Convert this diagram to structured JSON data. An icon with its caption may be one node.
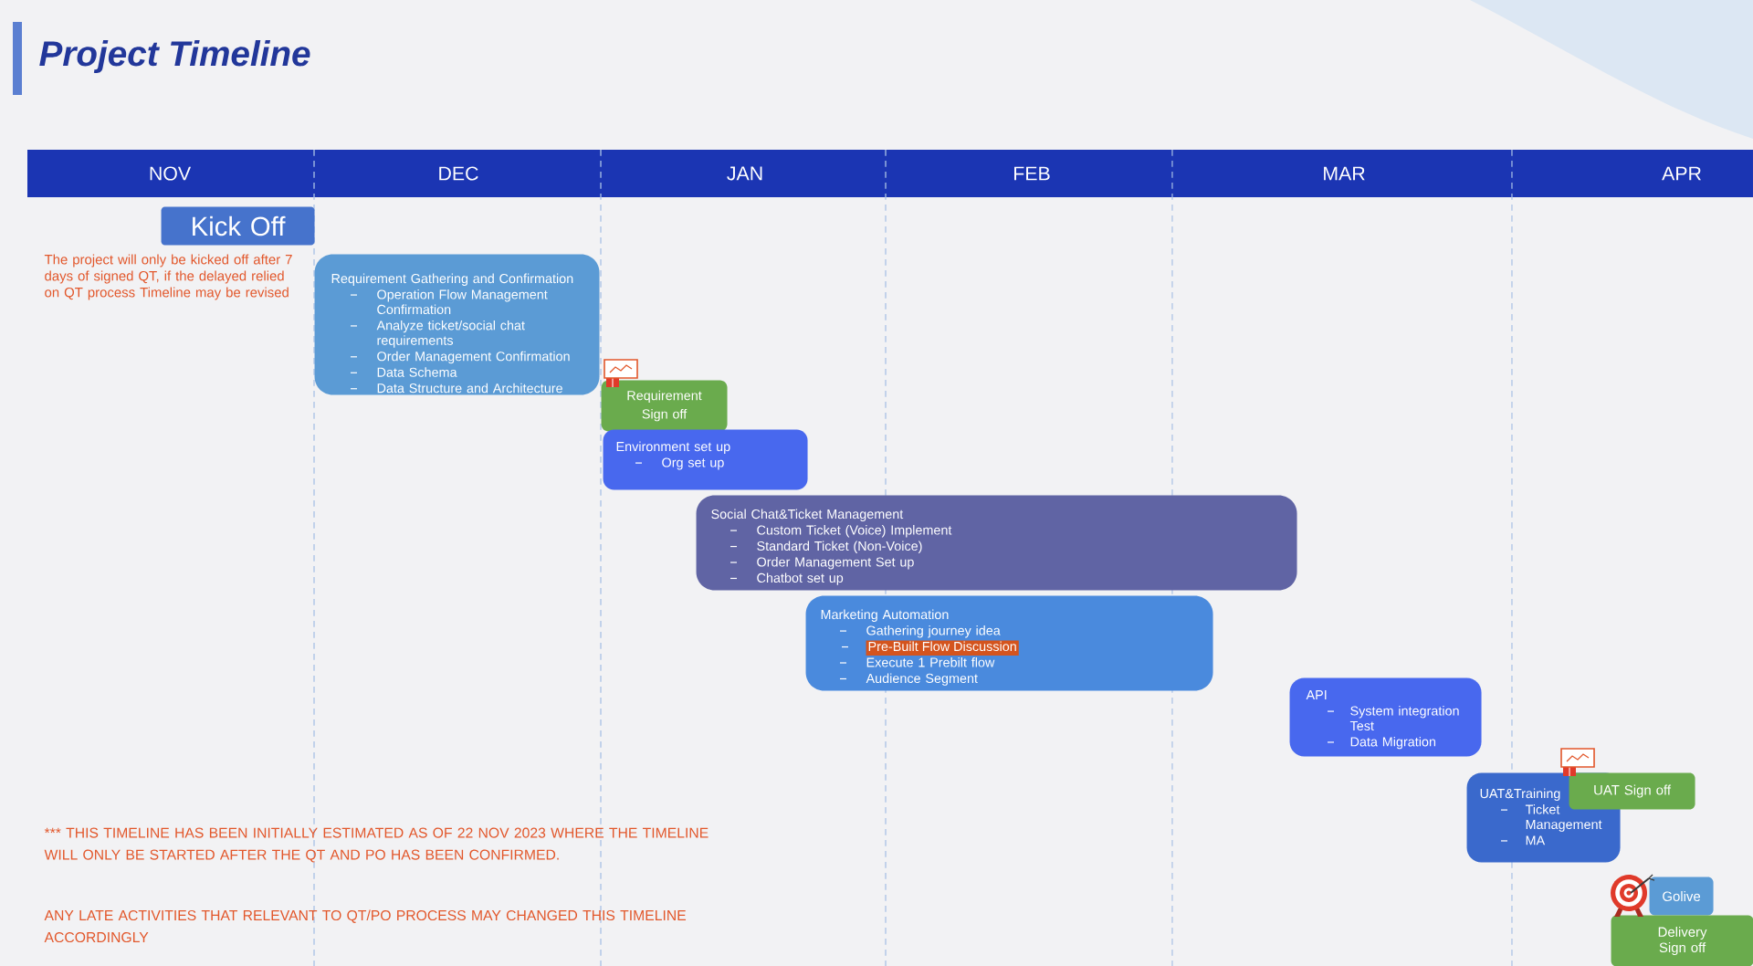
{
  "diagram": {
    "title": "Project Timeline",
    "nodes": [
      {
        "text": [
          "NOV"
        ]
      },
      {
        "text": [
          "DEC"
        ]
      },
      {
        "text": [
          "JAN"
        ]
      },
      {
        "text": [
          "FEB"
        ]
      },
      {
        "text": [
          "MAR"
        ]
      },
      {
        "text": [
          "APR"
        ]
      },
      {
        "text": [
          "Kick Off"
        ],
        "beside": [
          "The project will only be kicked off after 7 days of signed QT, if the delayed relied on QT process Timeline may be revised"
        ]
      },
      {
        "text": [
          "Requirement Gathering and Confirmation",
          "Operation Flow Management Confirmation",
          "Analyze ticket/social chat requirements",
          "Order Management Confirmation",
          "Data Schema",
          "Data Structure and Architecture"
        ]
      },
      {
        "text": [
          "Requirement Sign off"
        ]
      },
      {
        "text": [
          "Environment set up",
          "Org set up"
        ]
      },
      {
        "text": [
          "Social Chat&Ticket Management",
          "Custom Ticket (Voice) Implement",
          "Standard Ticket (Non-Voice)",
          "Order Management Set up",
          "Chatbot set up"
        ]
      },
      {
        "text": [
          "Marketing Automation",
          "Gathering journey idea",
          "Pre-Built Flow Discussion",
          "Execute 1 Prebilt flow",
          "Audience Segment"
        ]
      },
      {
        "text": [
          "API",
          "System integration Test",
          "Data Migration"
        ]
      },
      {
        "text": [
          "UAT&Training",
          "Ticket Management",
          "MA"
        ]
      },
      {
        "text": [
          "UAT Sign off"
        ]
      },
      {
        "text": [
          "Golive"
        ]
      },
      {
        "text": [
          "Delivery Sign off"
        ]
      }
    ],
    "labels": [
      "*** THIS TIMELINE HAS BEEN INITIALLY ESTIMATED AS OF 22 NOV 2023 WHERE THE TIMELINE WILL ONLY BE STARTED AFTER THE QT AND PO HAS BEEN CONFIRMED.",
      "ANY LATE ACTIVITIES THAT RELEVANT TO QT/PO PROCESS MAY CHANGED THIS TIMELINE ACCORDINGLY"
    ]
  }
}
